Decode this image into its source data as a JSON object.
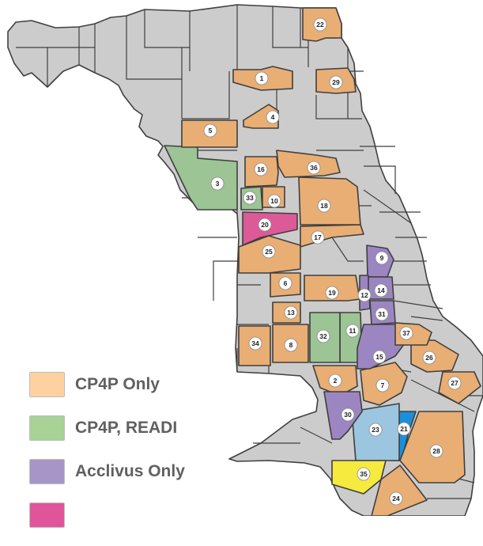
{
  "colors": {
    "background": "#ffffff",
    "base_area": "#cccccc",
    "border": "#3f3f3f",
    "cp4p_only": "#e8ae74",
    "cp4p_readi": "#9cc495",
    "acclivus_only": "#9b86c1",
    "pink": "#dd5a98",
    "light_blue": "#9cc5df",
    "bright_blue": "#1c8fdb",
    "yellow": "#f6ea3f",
    "badge_fill": "#ffffff",
    "badge_text": "#222222"
  },
  "legend": {
    "items": [
      {
        "label": "CP4P Only",
        "color": "#fed1a0"
      },
      {
        "label": "CP4P, READI",
        "color": "#a8d296"
      },
      {
        "label": "Acclivus Only",
        "color": "#a795c7"
      },
      {
        "label": "",
        "color": "#e0559a"
      }
    ]
  },
  "areas": [
    {
      "id": "1",
      "category": "cp4p_only"
    },
    {
      "id": "2",
      "category": "cp4p_only"
    },
    {
      "id": "3",
      "category": "cp4p_readi"
    },
    {
      "id": "4",
      "category": "cp4p_only"
    },
    {
      "id": "5",
      "category": "cp4p_only"
    },
    {
      "id": "6",
      "category": "cp4p_only"
    },
    {
      "id": "7",
      "category": "cp4p_only"
    },
    {
      "id": "8",
      "category": "cp4p_only"
    },
    {
      "id": "9",
      "category": "acclivus_only"
    },
    {
      "id": "10",
      "category": "cp4p_only"
    },
    {
      "id": "11",
      "category": "cp4p_readi"
    },
    {
      "id": "12",
      "category": "acclivus_only"
    },
    {
      "id": "13",
      "category": "cp4p_only"
    },
    {
      "id": "14",
      "category": "acclivus_only"
    },
    {
      "id": "15",
      "category": "acclivus_only"
    },
    {
      "id": "16",
      "category": "cp4p_only"
    },
    {
      "id": "17",
      "category": "cp4p_only"
    },
    {
      "id": "18",
      "category": "cp4p_only"
    },
    {
      "id": "19",
      "category": "cp4p_only"
    },
    {
      "id": "20",
      "category": "pink"
    },
    {
      "id": "21",
      "category": "bright_blue"
    },
    {
      "id": "22",
      "category": "cp4p_only"
    },
    {
      "id": "23",
      "category": "light_blue"
    },
    {
      "id": "24",
      "category": "cp4p_only"
    },
    {
      "id": "25",
      "category": "cp4p_only"
    },
    {
      "id": "26",
      "category": "cp4p_only"
    },
    {
      "id": "27",
      "category": "cp4p_only"
    },
    {
      "id": "28",
      "category": "cp4p_only"
    },
    {
      "id": "29",
      "category": "cp4p_only"
    },
    {
      "id": "30",
      "category": "acclivus_only"
    },
    {
      "id": "31",
      "category": "acclivus_only"
    },
    {
      "id": "32",
      "category": "cp4p_readi"
    },
    {
      "id": "33",
      "category": "cp4p_readi"
    },
    {
      "id": "34",
      "category": "cp4p_only"
    },
    {
      "id": "35",
      "category": "yellow"
    },
    {
      "id": "36",
      "category": "cp4p_only"
    },
    {
      "id": "37",
      "category": "cp4p_only"
    }
  ]
}
